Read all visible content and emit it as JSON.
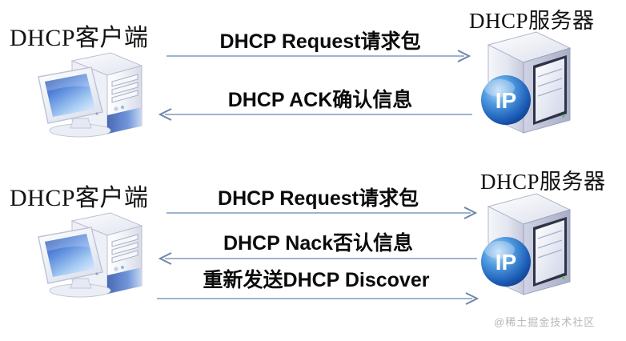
{
  "diagram": {
    "title_hidden": "DHCP Request / ACK and Nack exchange",
    "colors": {
      "arrow_line": "#9fb4cd",
      "arrow_head": "#6f86a8",
      "text": "#0b0b0b",
      "watermark": "#b7b7b7",
      "ip_badge": "#1f63c4",
      "case_body": "#dfe2ee"
    }
  },
  "sections": [
    {
      "id": "success-flow",
      "client_label": "DHCP客户端",
      "server_label": "DHCP服务器",
      "client_icon": "desktop-computer-icon",
      "server_icon": "server-tower-ip-icon",
      "messages": [
        {
          "text": "DHCP Request请求包",
          "direction": "right"
        },
        {
          "text": "DHCP ACK确认信息",
          "direction": "left"
        }
      ]
    },
    {
      "id": "failure-flow",
      "client_label": "DHCP客户端",
      "server_label": "DHCP服务器",
      "client_icon": "desktop-computer-icon",
      "server_icon": "server-tower-ip-icon",
      "messages": [
        {
          "text": "DHCP Request请求包",
          "direction": "right"
        },
        {
          "text": "DHCP Nack否认信息",
          "direction": "left"
        },
        {
          "text": "重新发送DHCP Discover",
          "direction": "right"
        }
      ]
    }
  ],
  "server_badge_text": "IP",
  "watermark": "@稀土掘金技术社区"
}
